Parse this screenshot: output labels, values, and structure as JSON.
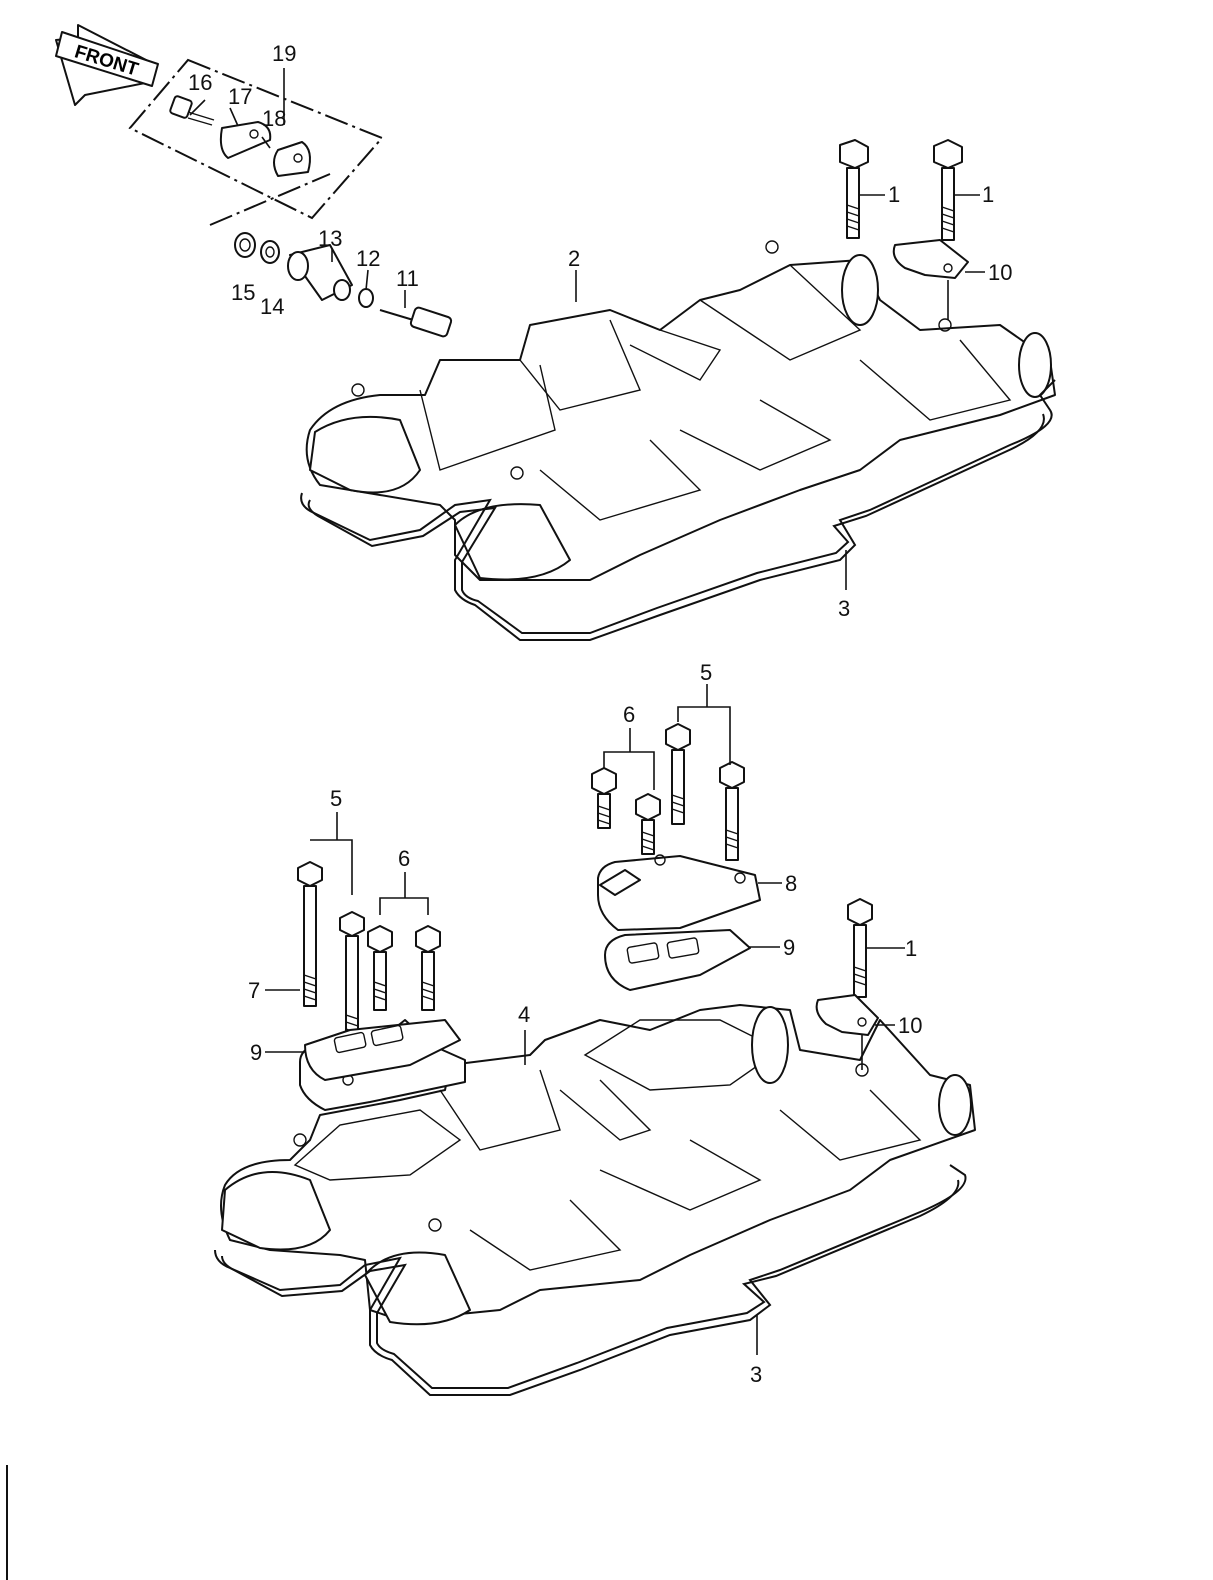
{
  "front_label": "FRONT",
  "callouts": {
    "c1a": "1",
    "c1b": "1",
    "c1c": "1",
    "c2": "2",
    "c3a": "3",
    "c3b": "3",
    "c4": "4",
    "c5a": "5",
    "c5b": "5",
    "c6a": "6",
    "c6b": "6",
    "c7": "7",
    "c8": "8",
    "c9a": "9",
    "c9b": "9",
    "c10a": "10",
    "c10b": "10",
    "c11": "11",
    "c12": "12",
    "c13": "13",
    "c14": "14",
    "c15": "15",
    "c16": "16",
    "c17": "17",
    "c18": "18",
    "c19": "19"
  }
}
